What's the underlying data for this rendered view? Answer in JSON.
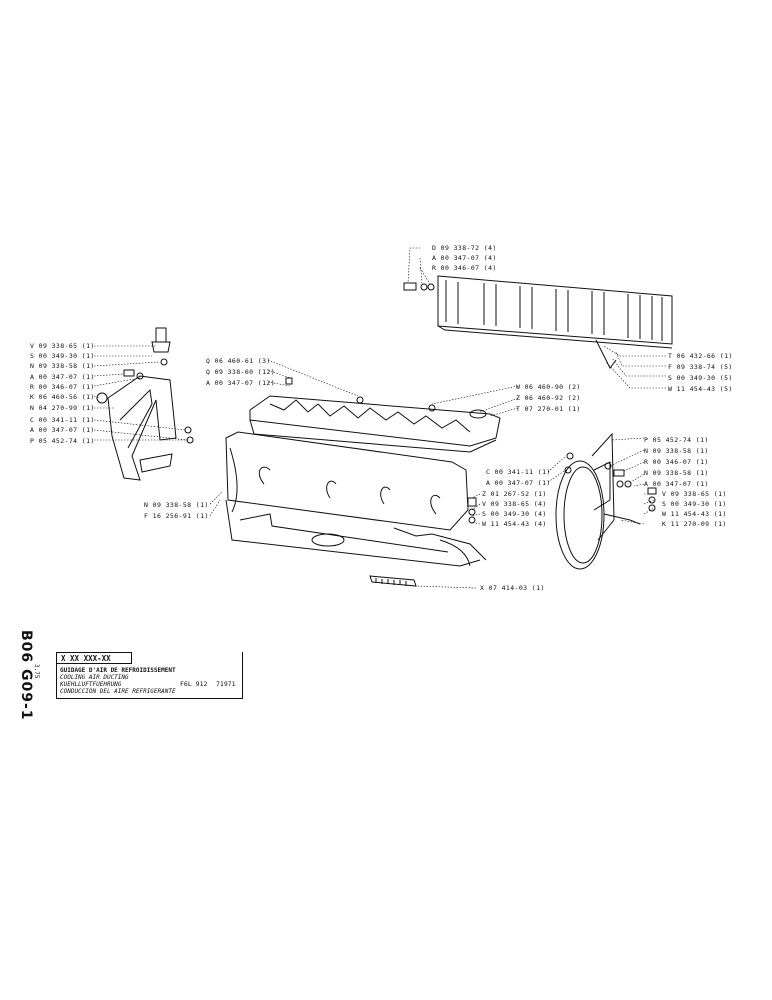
{
  "sheet": {
    "code": "B06 G09-1",
    "date": "3.75",
    "ref": "X XX XXX-XX",
    "titles": [
      "GUIDAGE D'AIR DE REFROIDISSEMENT",
      "COOLING AIR DUCTING",
      "KUEHLLUFTFUEHRUNG",
      "CONDUCCION DEL AIRE REFRIGERANTE"
    ],
    "model": "F6L 912",
    "number": "71971"
  },
  "labels": {
    "top_right": [
      "D 09 338-72 (4)",
      "A 00 347-07 (4)",
      "R 00 346-07 (4)"
    ],
    "shroud_right": [
      "T 06 432-66 (1)",
      "F 09 338-74 (5)",
      "S 00 349-30 (5)",
      "W 11 454-43 (5)"
    ],
    "left_bracket": [
      "V 09 338-65 (1)",
      "S 00 349-30 (1)",
      "N 09 338-58 (1)",
      "A 00 347-07 (1)",
      "R 00 346-07 (1)",
      "K 06 460-56 (1)",
      "N 04 270-99 (1)",
      "C 00 341-11 (1)",
      "A 00 347-07 (1)",
      "P 05 452-74 (1)"
    ],
    "center_top_left": [
      "Q 06 460-61 (3)",
      "Q 09 338-60 (12)",
      "A 00 347-07 (12)"
    ],
    "center_top_right": [
      "W 06 460-90 (2)",
      "Z 06 460-92 (2)",
      "T 07 270-01 (1)"
    ],
    "center_mid": [
      "C 00 341-11 (1)",
      "A 00 347-07 (1)",
      "Z 01 267-52 (1)",
      "V 09 338-65 (4)",
      "S 00 349-30 (4)",
      "W 11 454-43 (4)"
    ],
    "right_ring": [
      "P 05 452-74 (1)",
      "N 09 338-58 (1)",
      "R 00 346-07 (1)",
      "N 09 338-58 (1)",
      "A 00 347-07 (1)",
      "V 09 338-65 (1)",
      "S 00 349-30 (1)",
      "W 11 454-43 (1)",
      "K 11 270-09 (1)"
    ],
    "left_mid": [
      "N 09 338-58 (1)",
      "F 16 256-91 (1)"
    ],
    "bottom": "X 07 414-03 (1)"
  }
}
